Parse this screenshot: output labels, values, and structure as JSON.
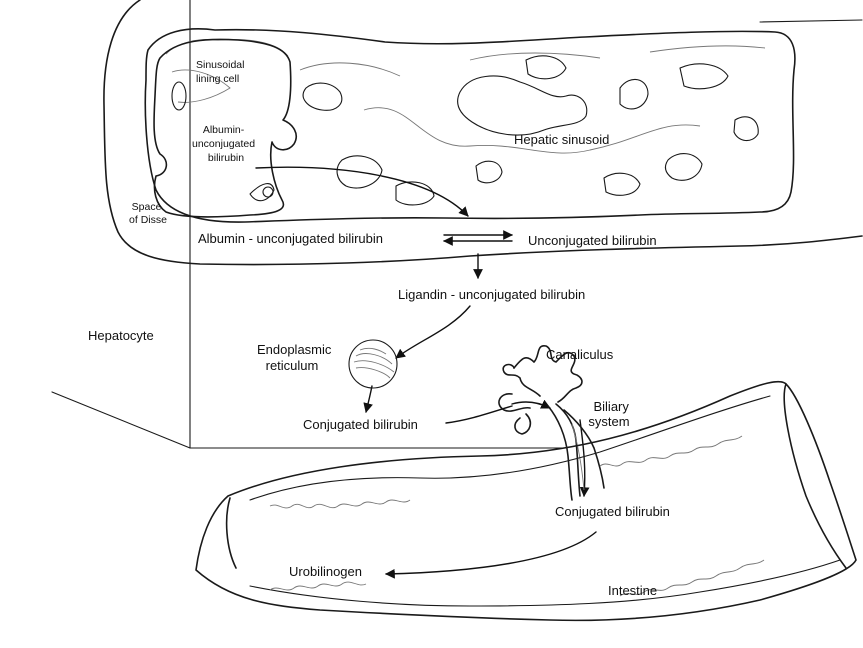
{
  "labels": {
    "sinusoidal_lining_cell": [
      "Sinusoidal",
      "lining cell"
    ],
    "albumin_unconjugated_small": [
      "Albumin-",
      "unconjugated",
      "bilirubin"
    ],
    "hepatic_sinusoid": "Hepatic sinusoid",
    "space_of_disse": [
      "Space",
      "of Disse"
    ],
    "albumin_unconjugated_bilirubin": "Albumin - unconjugated bilirubin",
    "unconjugated_bilirubin": "Unconjugated bilirubin",
    "ligandin_unconjugated_bilirubin": "Ligandin - unconjugated bilirubin",
    "hepatocyte": "Hepatocyte",
    "endoplasmic_reticulum": [
      "Endoplasmic",
      "reticulum"
    ],
    "canaliculus": "Canaliculus",
    "biliary_system": [
      "Biliary",
      "system"
    ],
    "conjugated_bilirubin_hepatocyte": "Conjugated bilirubin",
    "conjugated_bilirubin_intestine": "Conjugated bilirubin",
    "urobilinogen": "Urobilinogen",
    "intestine": "Intestine"
  }
}
